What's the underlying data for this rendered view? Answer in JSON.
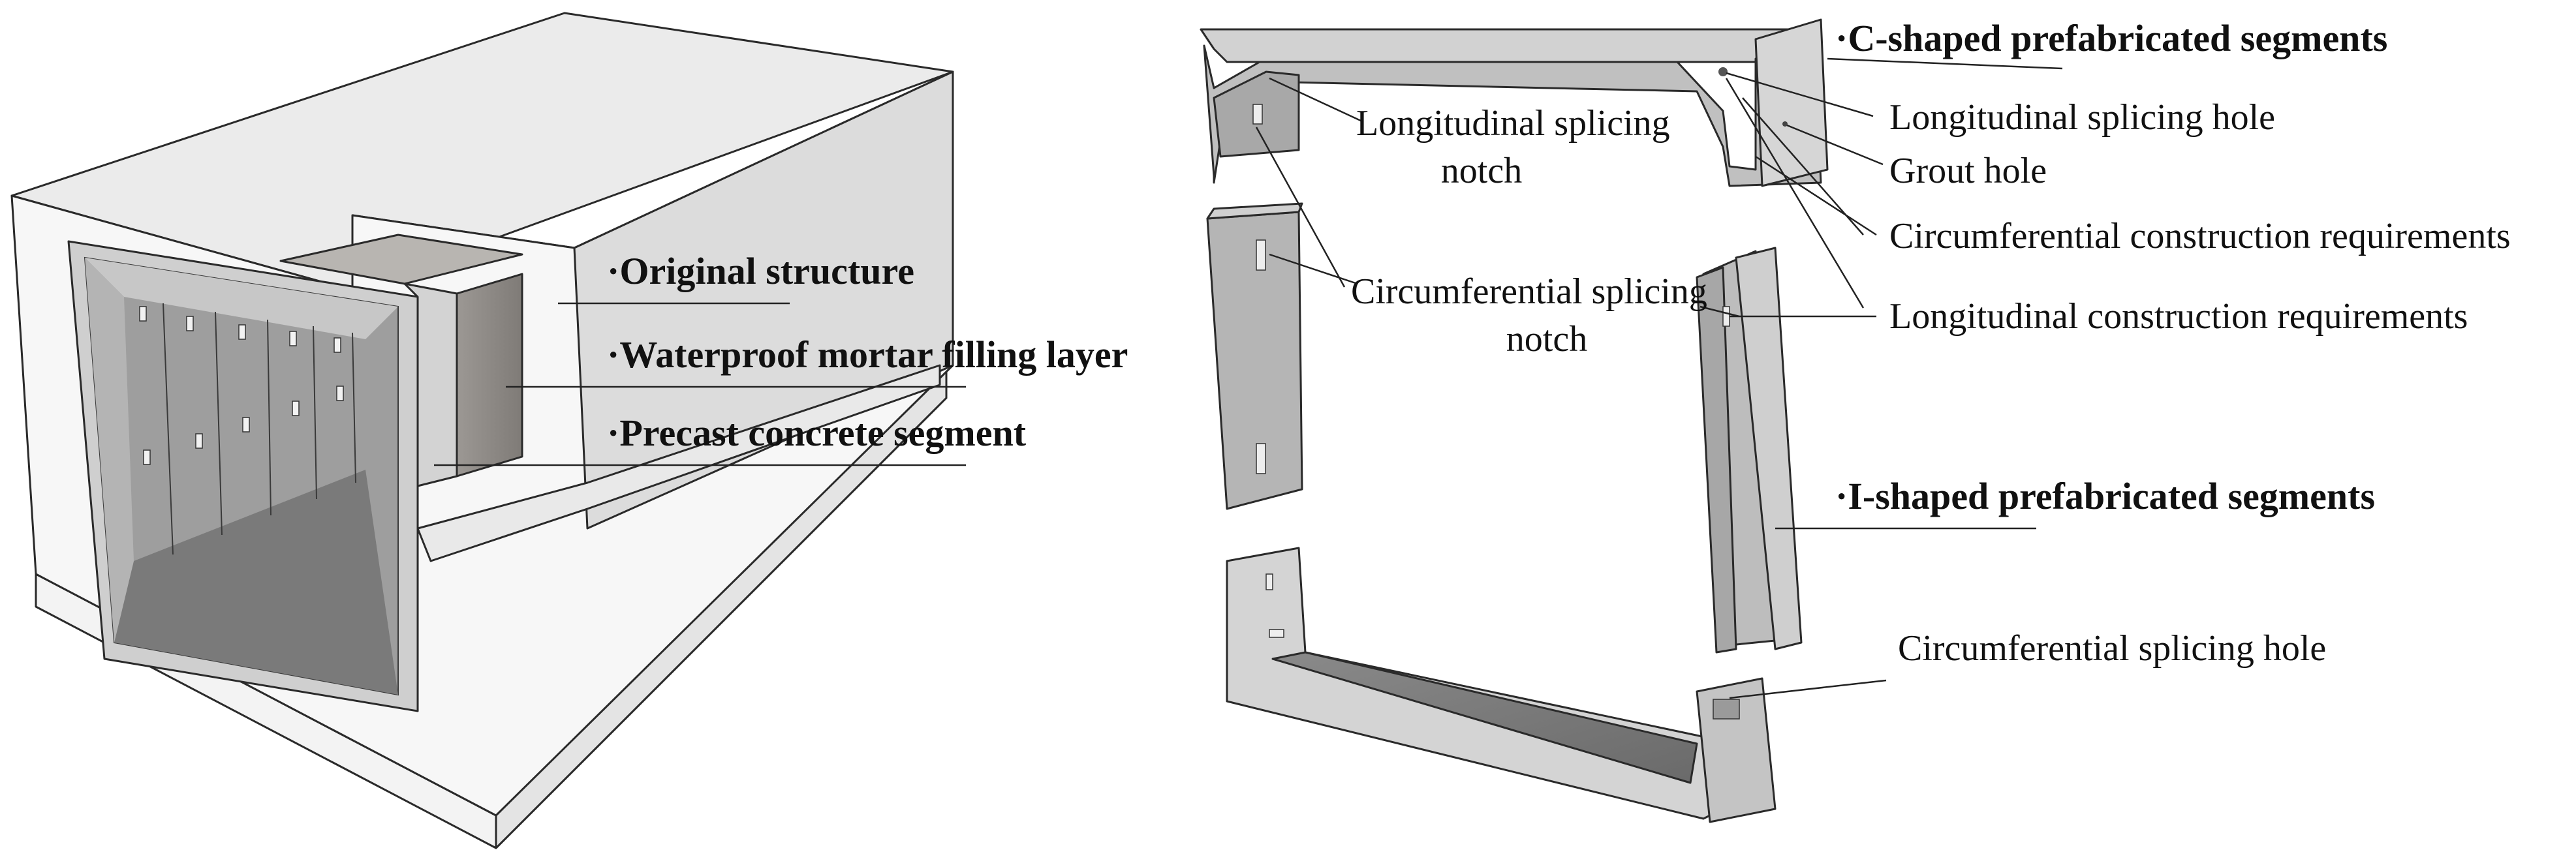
{
  "left_labels": {
    "original_structure": "·Original structure",
    "waterproof_layer": "·Waterproof mortar filling layer",
    "precast_segment": "·Precast concrete segment"
  },
  "right_labels": {
    "c_shaped": "·C-shaped prefabricated segments",
    "longitudinal_hole": "Longitudinal splicing hole",
    "grout_hole": "Grout hole",
    "circumferential_requirements": "Circumferential construction requirements",
    "longitudinal_requirements": "Longitudinal construction requirements",
    "longitudinal_notch_line1": "Longitudinal splicing",
    "longitudinal_notch_line2": "notch",
    "circumferential_notch_line1": "Circumferential splicing",
    "circumferential_notch_line2": "notch",
    "i_shaped": "·I-shaped prefabricated segments",
    "circumferential_hole": "Circumferential splicing hole"
  },
  "colors": {
    "structure_top": "#e9e9e9",
    "structure_front": "#f6f6f6",
    "structure_side": "#d9d9d9",
    "segment_light": "#c8c8c8",
    "segment_mid": "#a9a9a9",
    "segment_dark": "#7e7e7e",
    "floor_dark": "#6f6f6f",
    "box_dark": "#8e8a86"
  }
}
